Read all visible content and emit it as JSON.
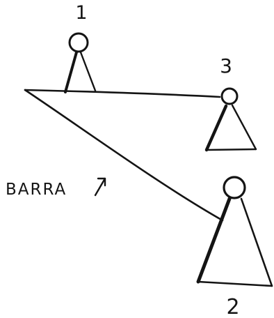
{
  "figures": [
    {
      "number_label": "1"
    },
    {
      "number_label": "3"
    },
    {
      "number_label": "2"
    }
  ],
  "bar_label": "BARRA",
  "arrow_icon": "arrow-up-right-icon",
  "ink_color": "#141414"
}
